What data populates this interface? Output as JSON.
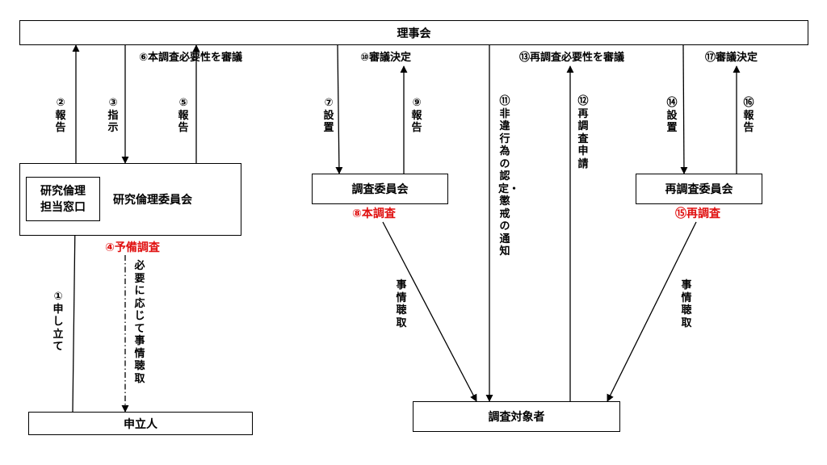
{
  "boxes": {
    "board": "理事会",
    "ethics_committee": "研究倫理委員会",
    "contact_line1": "研究倫理",
    "contact_line2": "担当窓口",
    "investigation_committee": "調査委員会",
    "reinvestigation_committee": "再調査委員会",
    "applicant": "申立人",
    "subject": "調査対象者"
  },
  "steps": {
    "s1": "①申し立て",
    "s2": "②報告",
    "s3": "③指示",
    "s4": "④予備調査",
    "s4_note": "必要に応じて事情聴取",
    "s5": "⑤報告",
    "s6": "⑥本調査必要性を審議",
    "s7": "⑦設置",
    "s8": "⑧本調査",
    "s9": "⑨報告",
    "s10": "⑩審議決定",
    "s11": "⑪非違行為の認定・懲戒の通知",
    "s12": "⑫再調査申請",
    "s13": "⑬再調査必要性を審議",
    "s14": "⑭設置",
    "s15": "⑮再調査",
    "s16": "⑯報告",
    "s17": "⑰審議決定",
    "hearing_main": "事情聴取",
    "hearing_re": "事情聴取"
  },
  "colors": {
    "highlight": "#e01010",
    "line": "#000000"
  }
}
